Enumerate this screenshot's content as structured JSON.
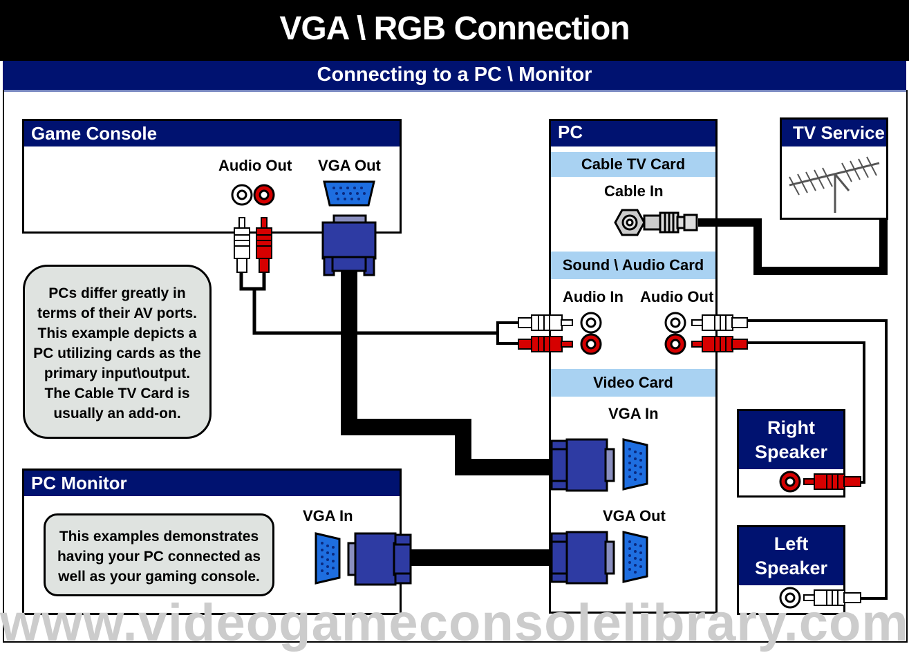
{
  "title": "VGA \\ RGB Connection",
  "subtitle": "Connecting to a PC \\ Monitor",
  "game_console": {
    "header": "Game Console",
    "audio_out_label": "Audio Out",
    "vga_out_label": "VGA Out"
  },
  "pc": {
    "header": "PC",
    "cable_tv_card": {
      "title": "Cable TV Card",
      "cable_in_label": "Cable In"
    },
    "sound_card": {
      "title": "Sound \\ Audio Card",
      "audio_in_label": "Audio In",
      "audio_out_label": "Audio Out"
    },
    "video_card": {
      "title": "Video Card",
      "vga_in_label": "VGA In",
      "vga_out_label": "VGA Out"
    }
  },
  "tv_service": {
    "header": "TV Service"
  },
  "pc_monitor": {
    "header": "PC Monitor",
    "vga_in_label": "VGA In"
  },
  "speakers": {
    "right": {
      "line1": "Right",
      "line2": "Speaker"
    },
    "left": {
      "line1": "Left",
      "line2": "Speaker"
    }
  },
  "notes": {
    "pc_ports": [
      "PCs differ greatly in",
      "terms of their AV ports.",
      "This example depicts a",
      "PC utilizing cards as the",
      "primary input\\output.",
      "The Cable TV Card is",
      "usually an add-on."
    ],
    "monitor": [
      "This examples demonstrates",
      "having your PC connected as",
      "well as your gaming console."
    ]
  },
  "watermark": "www.videogameconsolelibrary.com",
  "colors": {
    "navy": "#001270",
    "card_section": "#a9d2f2",
    "connector_blue": "#2e3ba3",
    "port_blue": "#1e6ee0",
    "rca_red": "#d60000",
    "note_grey": "#dfe3e0"
  }
}
